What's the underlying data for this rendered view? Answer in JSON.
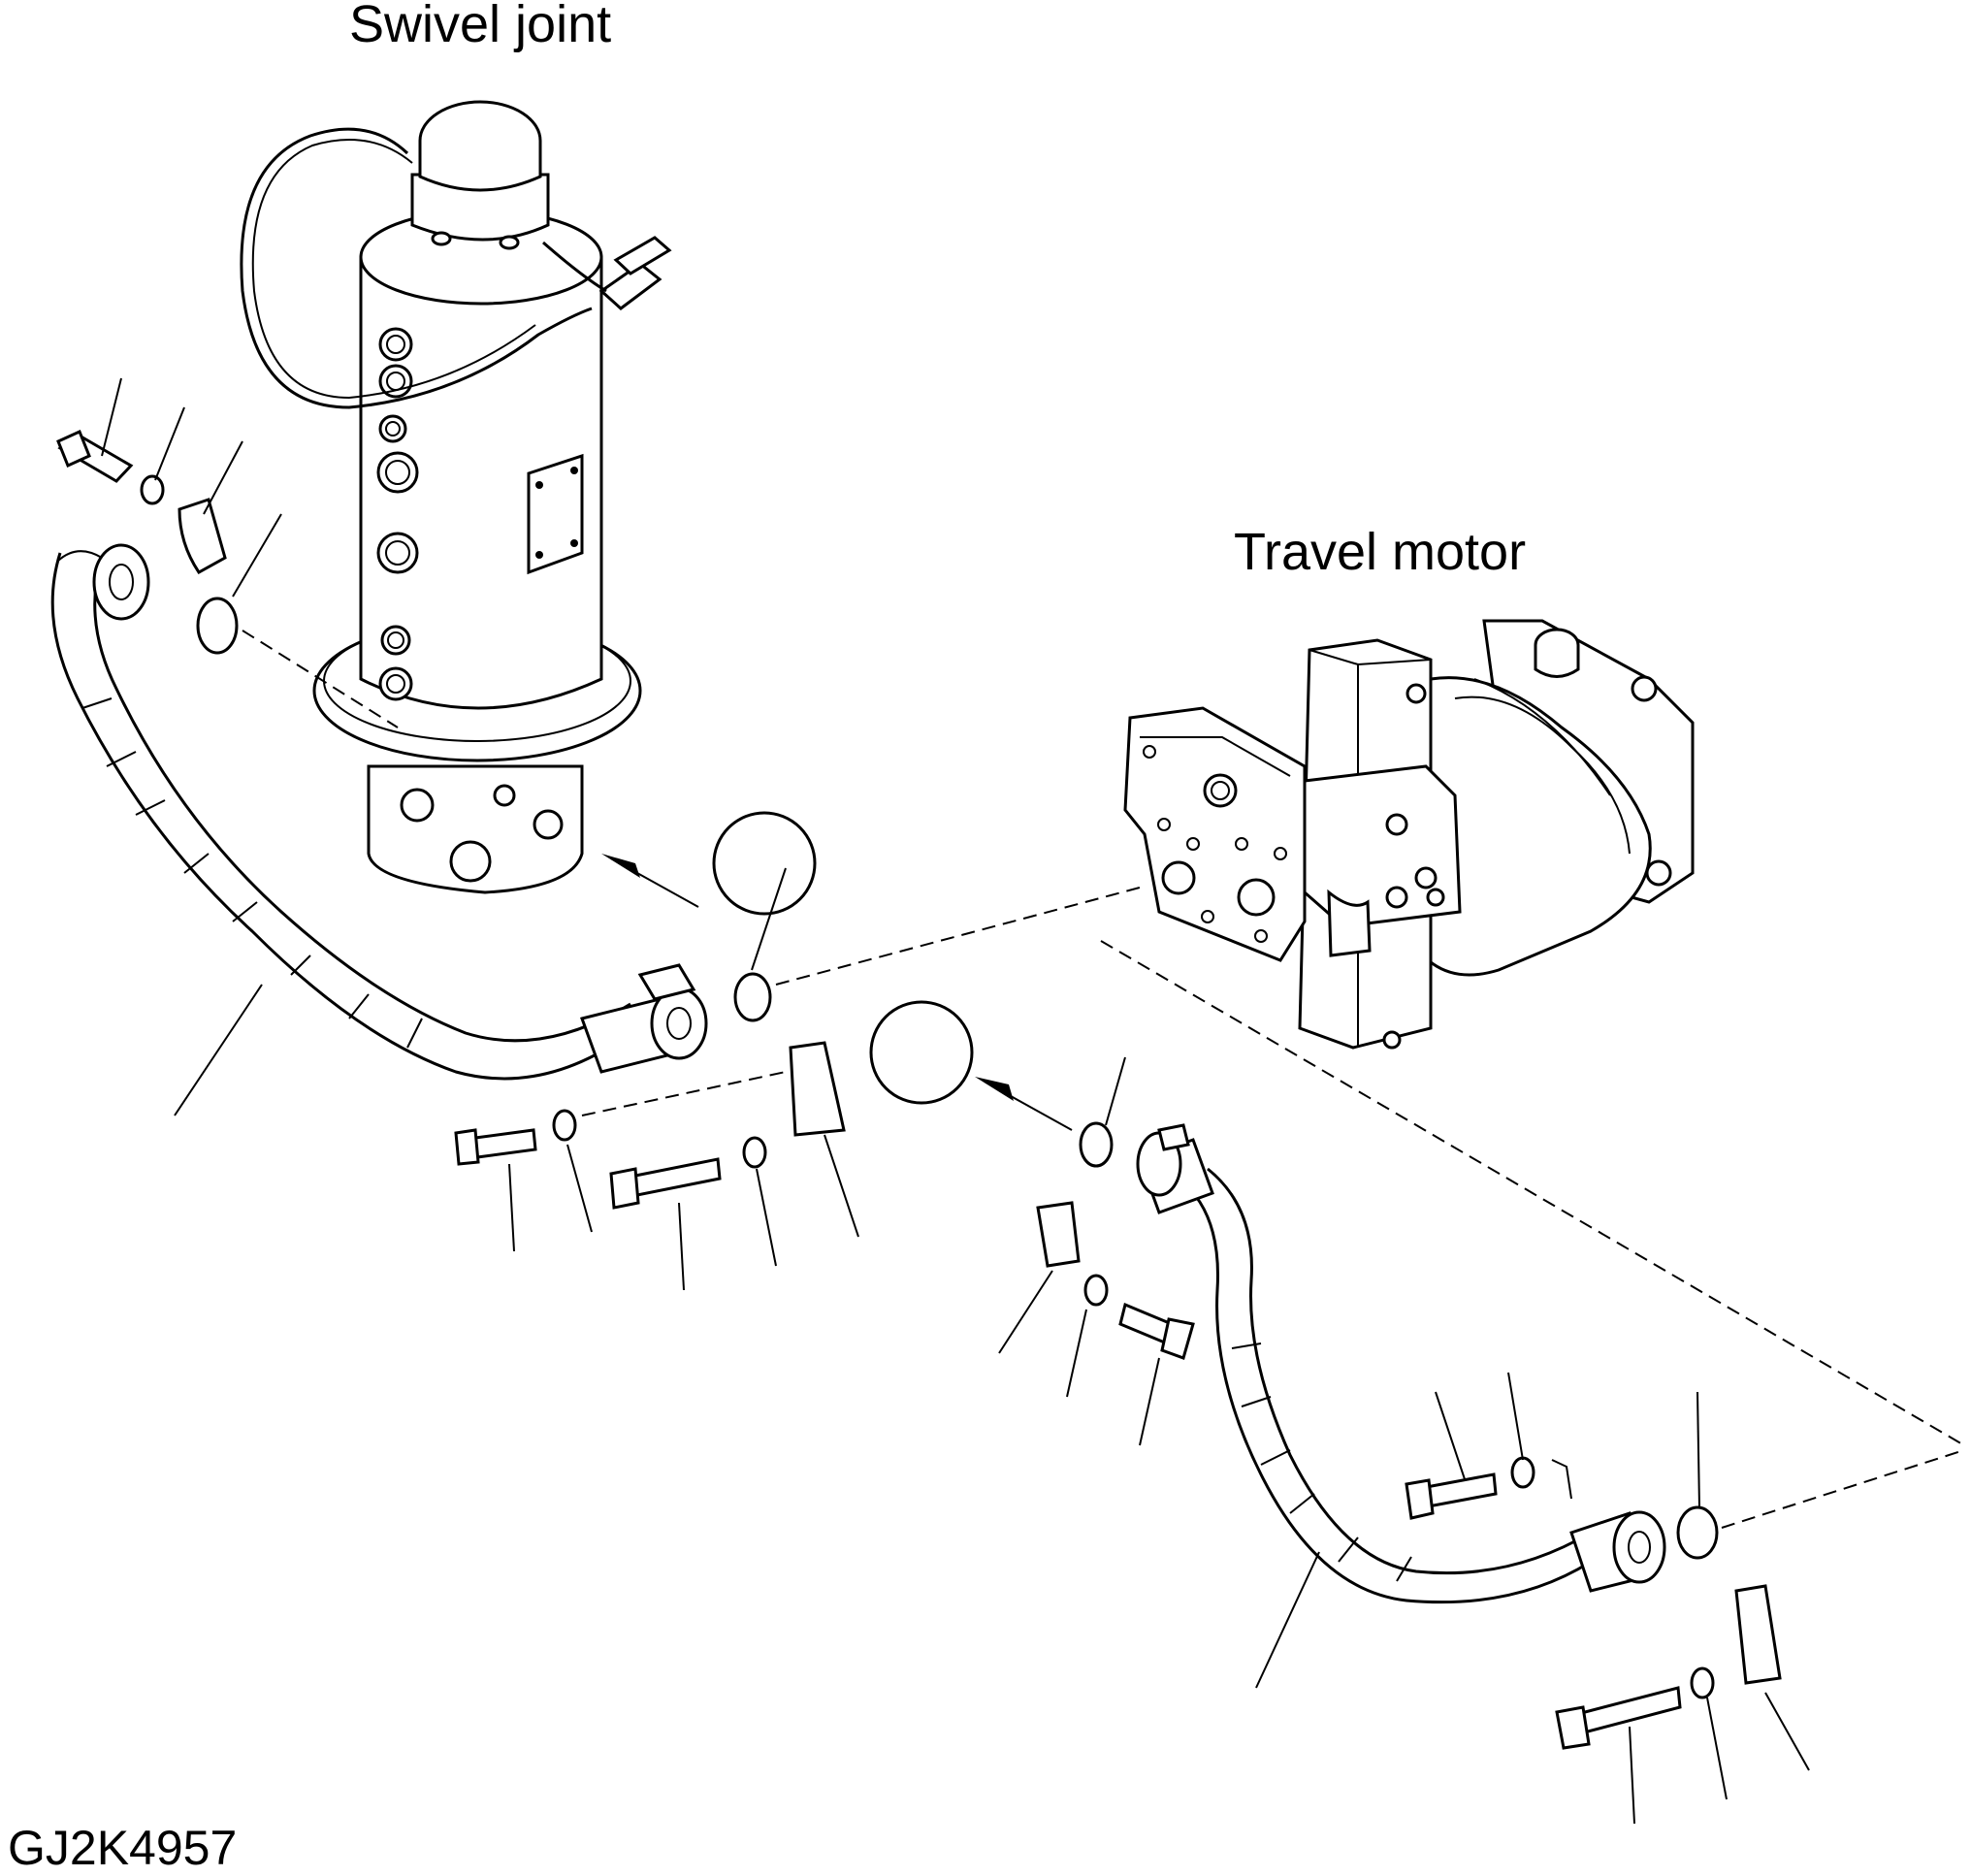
{
  "labels": {
    "swivel_joint": "Swivel joint",
    "travel_motor": "Travel motor",
    "drawing_code": "GJ2K4957"
  },
  "colors": {
    "line": "#000000",
    "background": "#ffffff"
  }
}
